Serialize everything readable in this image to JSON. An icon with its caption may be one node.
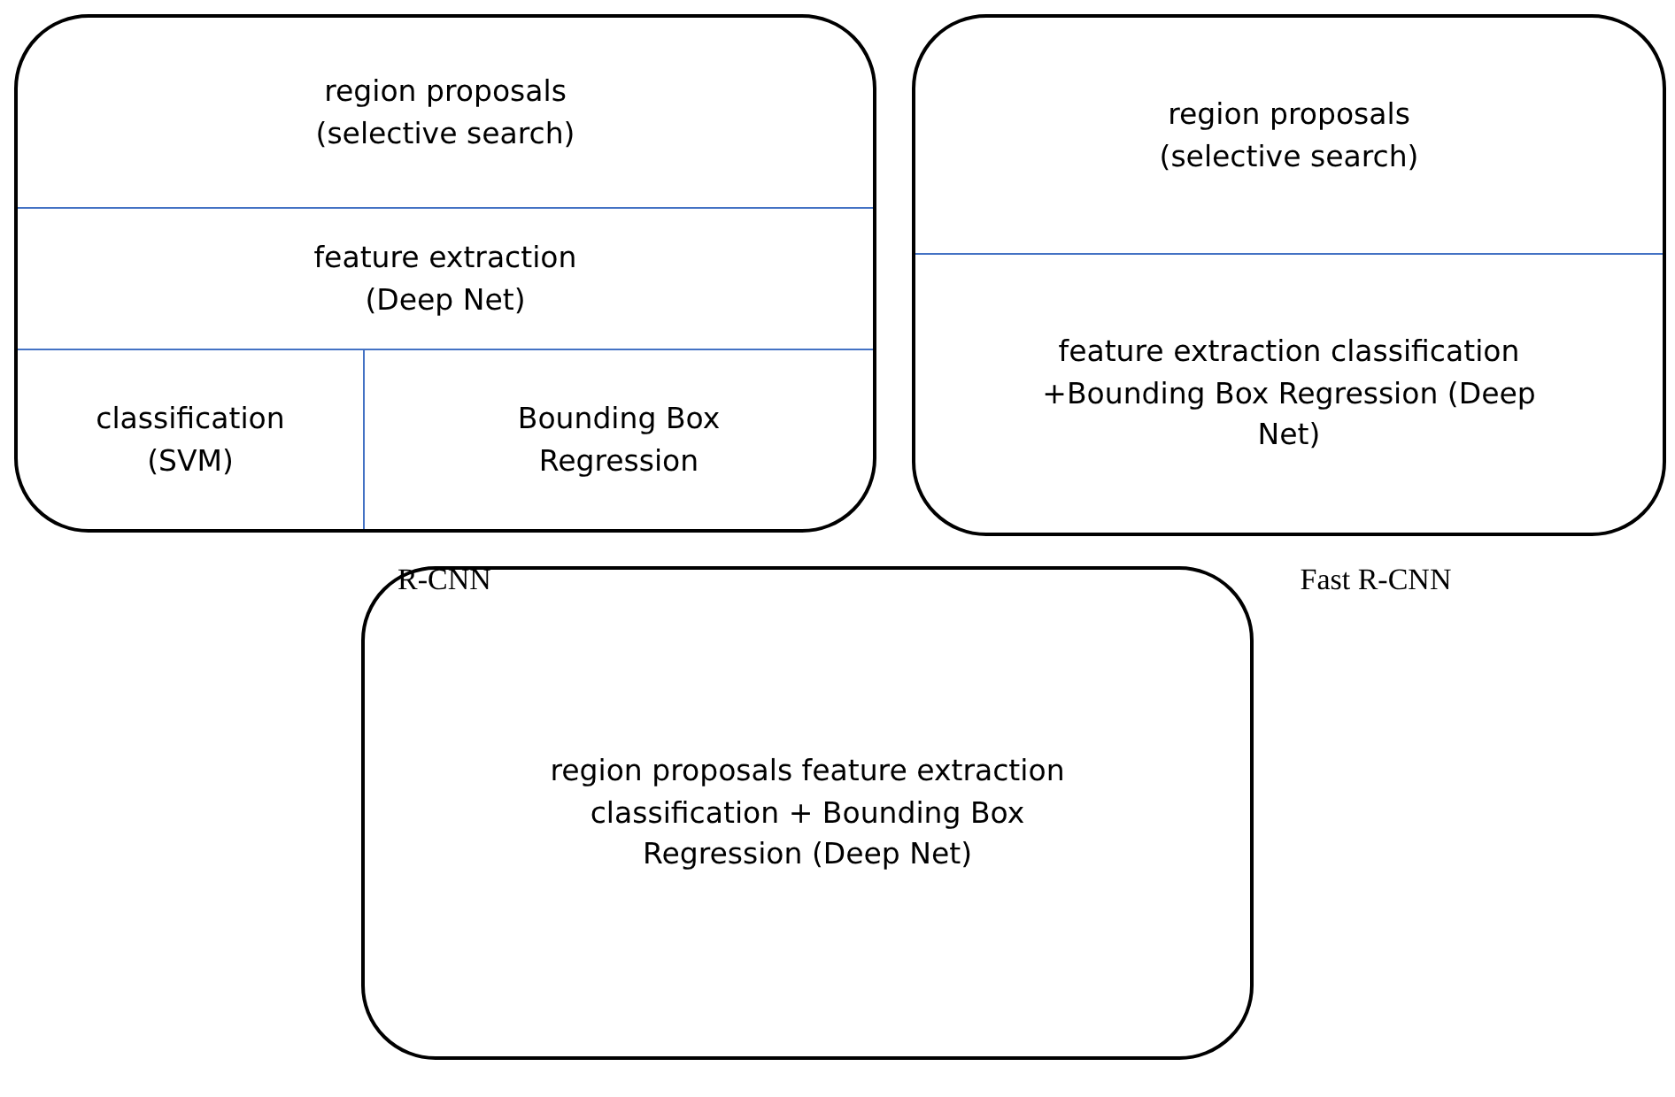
{
  "diagram": {
    "nodes": [
      {
        "text": [],
        "shape": "box"
      },
      {
        "text": [
          "region proposals (selective search)"
        ],
        "in": 0
      },
      {
        "text": [
          "feature extraction (Deep Net)"
        ],
        "in": 0
      },
      {
        "text": [
          "classification (SVM)"
        ],
        "in": 0
      },
      {
        "text": [
          "Bounding Box Regression"
        ],
        "in": 0
      },
      {
        "text": [],
        "shape": "box"
      },
      {
        "text": [
          "region proposals (selective search)"
        ],
        "in": 5
      },
      {
        "text": [
          "feature extraction classification +Bounding Box Regression (Deep Net)"
        ],
        "in": 5
      },
      {
        "text": [
          "region proposals feature extraction classification + Bounding Box Regression (Deep Net)"
        ]
      }
    ],
    "labels": [
      "R-CNN",
      "Fast R-CNN"
    ]
  }
}
